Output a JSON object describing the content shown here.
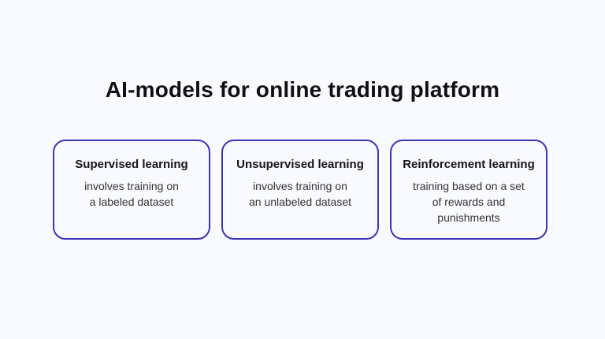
{
  "title": "AI-models for online trading platform",
  "cards": [
    {
      "title": "Supervised learning",
      "description_lines": [
        "involves training on",
        "a labeled dataset"
      ]
    },
    {
      "title": "Unsupervised learning",
      "description_lines": [
        "involves training on",
        "an unlabeled dataset"
      ]
    },
    {
      "title": "Reinforcement learning",
      "description_lines": [
        "training based on a set",
        "of rewards and",
        "punishments"
      ]
    }
  ],
  "colors": {
    "border": "#3b35b5",
    "background": "#f9faff",
    "text": "#141414"
  }
}
